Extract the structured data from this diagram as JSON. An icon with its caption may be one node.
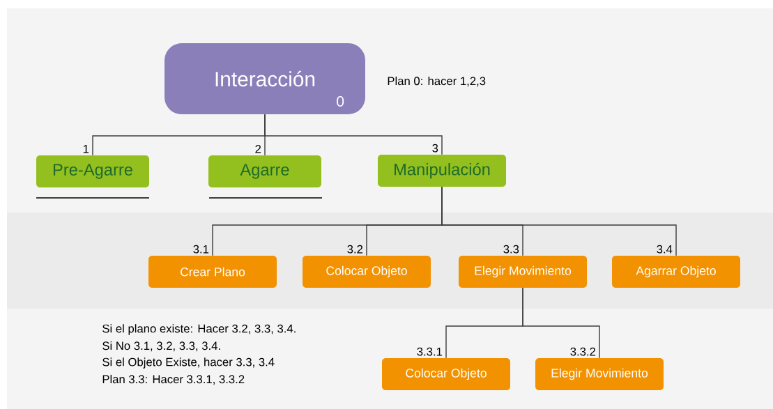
{
  "diagram": {
    "nodes": [
      {
        "text": [
          "Interacción",
          "0"
        ]
      },
      {
        "text": [
          "Pre-Agarre"
        ]
      },
      {
        "text": [
          "Agarre"
        ]
      },
      {
        "text": [
          "Manipulación"
        ]
      },
      {
        "text": [
          "Crear Plano"
        ]
      },
      {
        "text": [
          "Colocar Objeto"
        ]
      },
      {
        "text": [
          "Elegir Movimiento"
        ]
      },
      {
        "text": [
          "Agarrar Objeto"
        ]
      },
      {
        "text": [
          "Colocar Objeto"
        ]
      },
      {
        "text": [
          "Elegir Movimiento"
        ]
      }
    ],
    "edges": [
      {
        "from": 0,
        "to": 1,
        "arrow": "none",
        "label": "1"
      },
      {
        "from": 0,
        "to": 2,
        "arrow": "none",
        "label": "2"
      },
      {
        "from": 0,
        "to": 3,
        "arrow": "none",
        "label": "3"
      },
      {
        "from": 3,
        "to": 4,
        "arrow": "none",
        "label": "3.1"
      },
      {
        "from": 3,
        "to": 5,
        "arrow": "none",
        "label": "3.2"
      },
      {
        "from": 3,
        "to": 6,
        "arrow": "none",
        "label": "3.3"
      },
      {
        "from": 3,
        "to": 7,
        "arrow": "none",
        "label": "3.4"
      },
      {
        "from": 6,
        "to": 8,
        "arrow": "none",
        "label": "3.3.1"
      },
      {
        "from": 6,
        "to": 9,
        "arrow": "none",
        "label": "3.3.2"
      }
    ],
    "labels": [
      "Plan 0: hacer 1,2,3",
      "Si el plano existe: Hacer 3.2, 3.3, 3.4.",
      "Si No 3.1, 3.2, 3.3, 3.4.",
      "Si el Objeto Existe, hacer 3.3, 3.4",
      "Plan 3.3: Hacer 3.3.1, 3.3.2"
    ]
  }
}
